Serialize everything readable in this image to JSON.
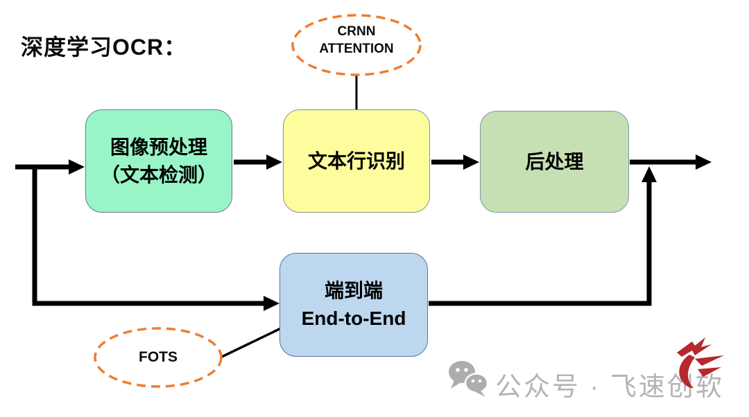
{
  "title": "深度学习OCR：",
  "nodes": {
    "preprocess": {
      "line1": "图像预处理",
      "line2": "（文本检测）",
      "fill": "#99F5C7"
    },
    "textline": {
      "label": "文本行识别",
      "fill": "#FDFD9E"
    },
    "postprocess": {
      "label": "后处理",
      "fill": "#C6E0B4"
    },
    "end2end": {
      "line1": "端到端",
      "line2": "End-to-End",
      "fill": "#BDD7EE"
    }
  },
  "callouts": {
    "crnn": {
      "line1": "CRNN",
      "line2": "ATTENTION",
      "stroke_color": "#ED7D31"
    },
    "fots": {
      "label": "FOTS",
      "stroke_color": "#ED7D31"
    }
  },
  "connectors": {
    "color": "#000000"
  },
  "watermark": {
    "label": "公众号 · 飞速创软",
    "text_color": "#B4B4B4",
    "icon": "wechat-icon",
    "logo": "feisu-logo",
    "logo_color": "#B5282B"
  }
}
